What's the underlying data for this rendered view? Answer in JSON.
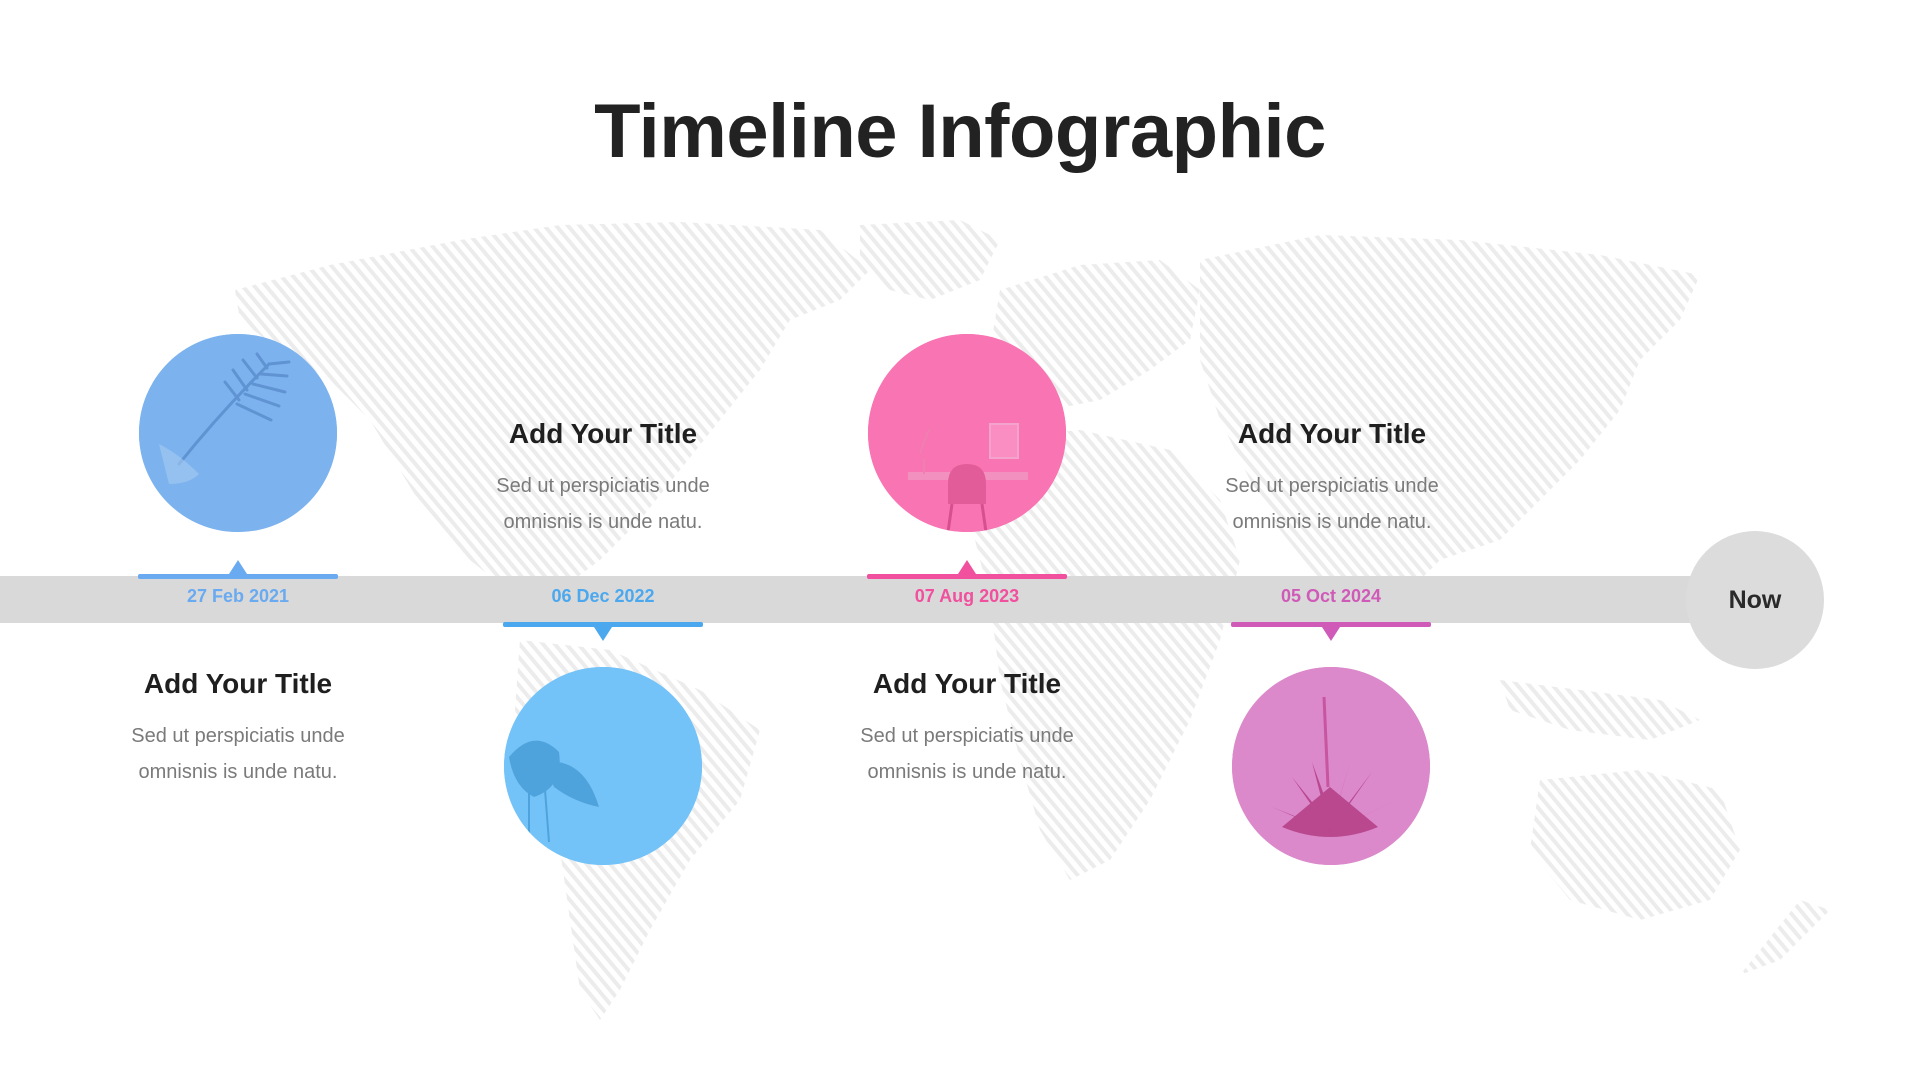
{
  "title": "Timeline Infographic",
  "now_label": "Now",
  "colors": {
    "blue": "#7cb3ee",
    "sky": "#74c3f8",
    "pink": "#f874b3",
    "magenta": "#db89cb",
    "bar": "#d9d9d9",
    "map": "#ebebeb"
  },
  "items": [
    {
      "date": "27 Feb 2021",
      "title": "Add Your Title",
      "desc": "Sed ut perspiciatis unde omnisnis is unde natu.",
      "color": "#6aaaf0",
      "image_icon": "palm-leaf-icon"
    },
    {
      "date": "06 Dec 2022",
      "title": "Add Your Title",
      "desc": "Sed ut perspiciatis unde omnisnis is unde natu.",
      "color": "#4ba8ef",
      "image_icon": "plant-leaves-icon"
    },
    {
      "date": "07 Aug 2023",
      "title": "Add Your Title",
      "desc": "Sed ut perspiciatis unde omnisnis is unde natu.",
      "color": "#f0509d",
      "image_icon": "chair-desk-icon"
    },
    {
      "date": "05 Oct 2024",
      "title": "Add Your Title",
      "desc": "Sed ut perspiciatis unde omnisnis is unde natu.",
      "color": "#cf5ab8",
      "image_icon": "succulent-icon"
    }
  ]
}
